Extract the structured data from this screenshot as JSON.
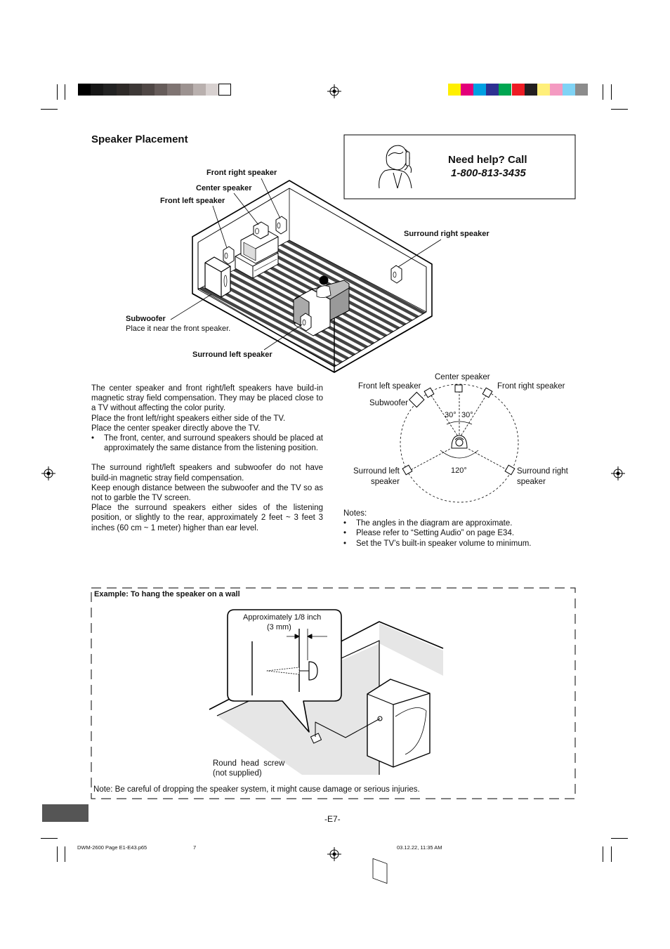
{
  "section_title": "Speaker Placement",
  "help": {
    "line1": "Need help? Call",
    "phone": "1-800-813-3435"
  },
  "room_labels": {
    "front_right": "Front right speaker",
    "center": "Center speaker",
    "front_left": "Front left speaker",
    "surround_right": "Surround right speaker",
    "subwoofer": "Subwoofer",
    "subwoofer_note": "Place it near the front speaker.",
    "surround_left": "Surround left speaker"
  },
  "left_text": {
    "p1_lines": [
      "The center speaker and front right/left speakers have build-in magnetic stray field compensation. They may be placed close to a TV without affecting the color purity."
    ],
    "p1b": "Place the front left/right speakers either side of the TV.",
    "p1c": "Place the center speaker directly above the TV.",
    "bullet1": "The front, center, and surround speakers should be placed at approximately the same distance from the listening position.",
    "p2": "The surround right/left speakers and subwoofer do not have build-in magnetic stray field compensation.",
    "p3": "Keep enough distance between the subwoofer and the TV so as not to garble the TV screen.",
    "p4": "Place the surround speakers either sides of the listening position, or slightly to the rear, approximately 2 feet ~ 3 feet 3 inches (60 cm ~ 1 meter) higher than ear level."
  },
  "diagram_labels": {
    "center": "Center speaker",
    "front_left": "Front left speaker",
    "front_right": "Front right speaker",
    "subwoofer": "Subwoofer",
    "angle_left": "30°",
    "angle_right": "30°",
    "angle_rear": "120°",
    "surround_left_1": "Surround left",
    "surround_left_2": "speaker",
    "surround_right_1": "Surround right",
    "surround_right_2": "speaker"
  },
  "notes": {
    "heading": "Notes:",
    "items": [
      "The angles in the diagram are approximate.",
      "Please refer to “Setting Audio” on page E34.",
      "Set the TV’s built-in speaker volume to minimum."
    ]
  },
  "wall_example": {
    "title": "Example: To hang the speaker on a wall",
    "approx_1": "Approximately 1/8 inch",
    "approx_2": "(3 mm)",
    "screw_1": "Round  head  screw",
    "screw_2": "(not supplied)",
    "note": "Note: Be careful of dropping the speaker system, it might cause damage or serious injuries."
  },
  "page_number": "-E7-",
  "footer": {
    "file": "DWM-2600 Page E1-E43.p65",
    "page": "7",
    "date": "03.12.22, 11:35 AM"
  },
  "colors": {
    "gray_bar": [
      "#000000",
      "#161616",
      "#222222",
      "#2e2a28",
      "#3d3836",
      "#4f4745",
      "#665c5a",
      "#7f7472",
      "#9c9290",
      "#b9b0ae",
      "#d8d1d0",
      "#ffffff"
    ],
    "color_bar": [
      "#ffef00",
      "#e2007a",
      "#00a0e2",
      "#2e3192",
      "#00a651",
      "#ed1c24",
      "#231f20",
      "#ffef7a",
      "#f49ac1",
      "#7fd3f5",
      "#8c8c8c"
    ],
    "page_tab": "#555555"
  }
}
